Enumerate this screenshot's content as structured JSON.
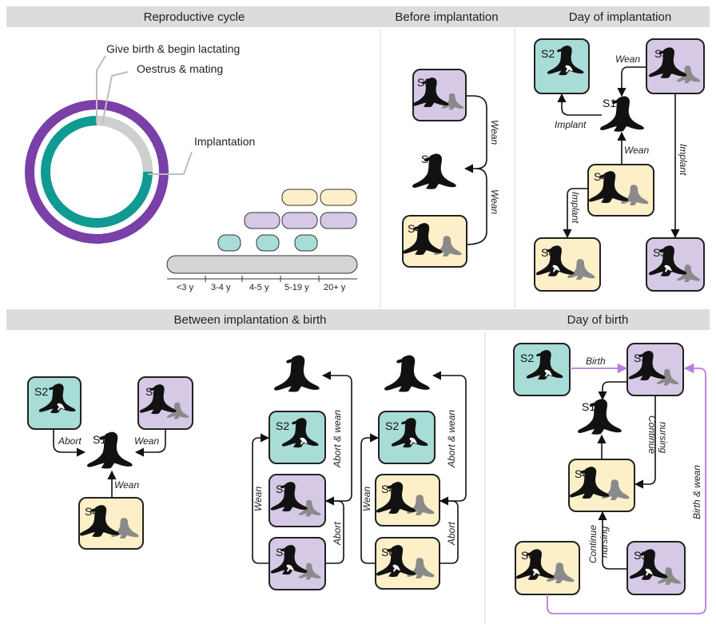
{
  "colors": {
    "teal": "#a8dcd6",
    "lavender": "#d6c9e6",
    "yellow": "#fdf0c8",
    "header": "#dcdcdc",
    "ring_outer": "#7b3fa8",
    "ring_inner": "#0f9a92",
    "ring_grey": "#cfcfcf",
    "arrow_purple": "#b57ee0"
  },
  "icon_names": [
    "seal-adult-icon",
    "seal-pup-icon",
    "seal-fetus-icon"
  ],
  "headers": {
    "reproductive_cycle": "Reproductive cycle",
    "before_implantation": "Before implantation",
    "day_of_implantation": "Day of implantation",
    "between_implantation_birth": "Between implantation & birth",
    "day_of_birth": "Day of birth"
  },
  "cycle": {
    "birth_label": "Give birth & begin lactating",
    "oestrus_label": "Oestrus & mating",
    "implantation_label": "Implantation",
    "age_labels": [
      "<3 y",
      "3-4 y",
      "4-5 y",
      "5-19 y",
      "20+ y"
    ]
  },
  "states": {
    "s1": "S1",
    "s2": "S2",
    "s3": "S3",
    "s4": "S4",
    "s5": "S5",
    "s6": "S6"
  },
  "transitions": {
    "wean": "Wean",
    "implant": "Implant",
    "abort": "Abort",
    "abort_wean": "Abort & wean",
    "birth": "Birth",
    "birth_wean": "Birth & wean",
    "continue_nursing_1": "Continue",
    "continue_nursing_2": "nursing"
  }
}
